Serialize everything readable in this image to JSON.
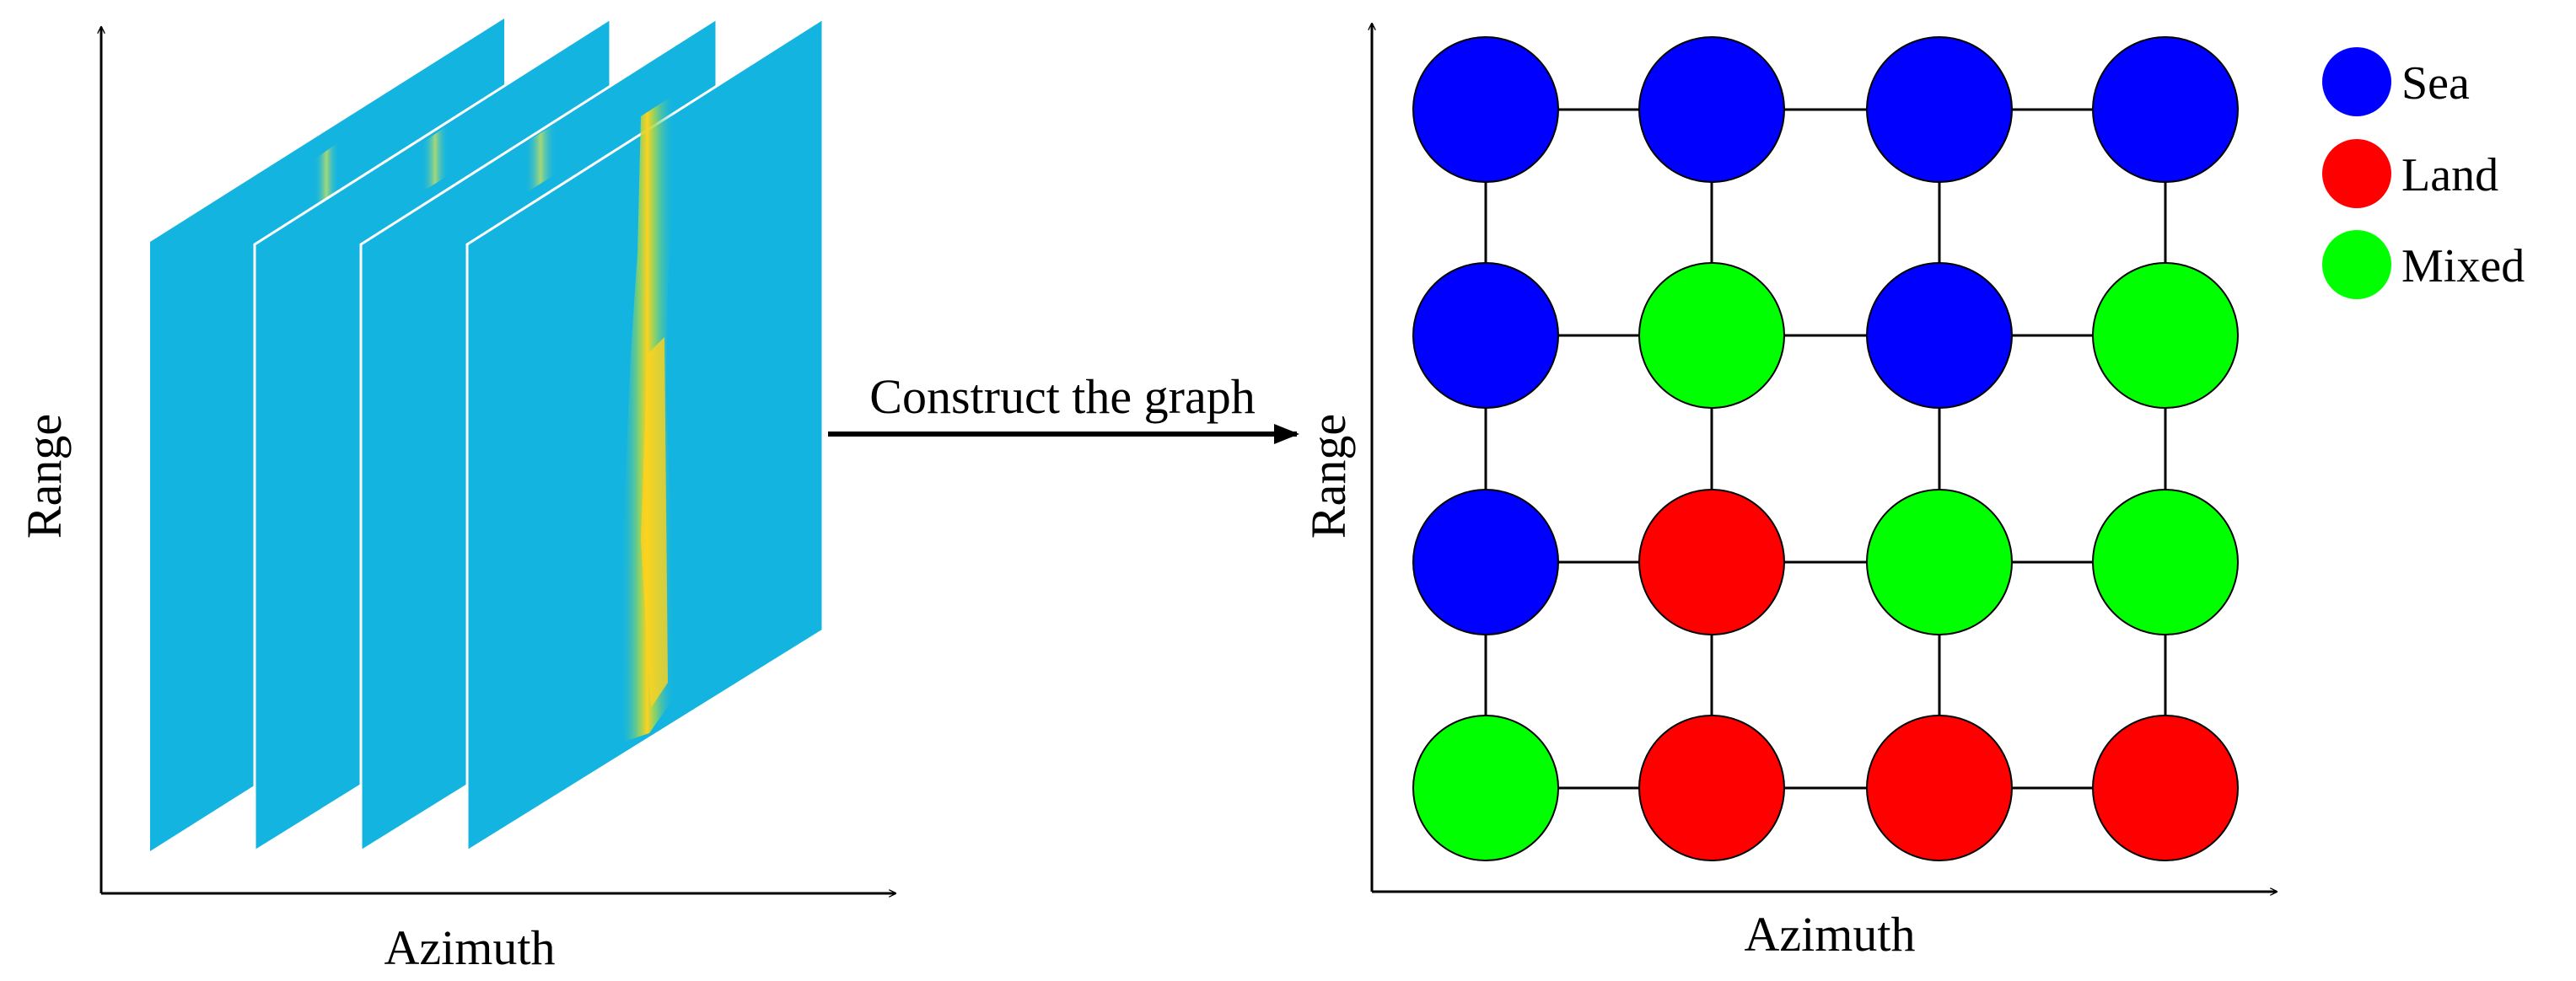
{
  "left_panel": {
    "x_axis_label": "Azimuth",
    "y_axis_label": "Range",
    "stack_count": 4
  },
  "transition": {
    "label": "Construct the graph"
  },
  "right_panel": {
    "x_axis_label": "Azimuth",
    "y_axis_label": "Range",
    "grid_rows": [
      [
        "sea",
        "sea",
        "sea",
        "sea"
      ],
      [
        "sea",
        "mixed",
        "sea",
        "mixed"
      ],
      [
        "sea",
        "land",
        "mixed",
        "mixed"
      ],
      [
        "mixed",
        "land",
        "land",
        "land"
      ]
    ]
  },
  "legend": [
    {
      "key": "sea",
      "label": "Sea"
    },
    {
      "key": "land",
      "label": "Land"
    },
    {
      "key": "mixed",
      "label": "Mixed"
    }
  ],
  "colors": {
    "sea": "#0000ff",
    "land": "#ff0000",
    "mixed": "#00ff00",
    "image_background": "#14b4e0",
    "image_highlight": "#ffd21e",
    "image_streak": "#a0d850",
    "axis": "#000000"
  }
}
